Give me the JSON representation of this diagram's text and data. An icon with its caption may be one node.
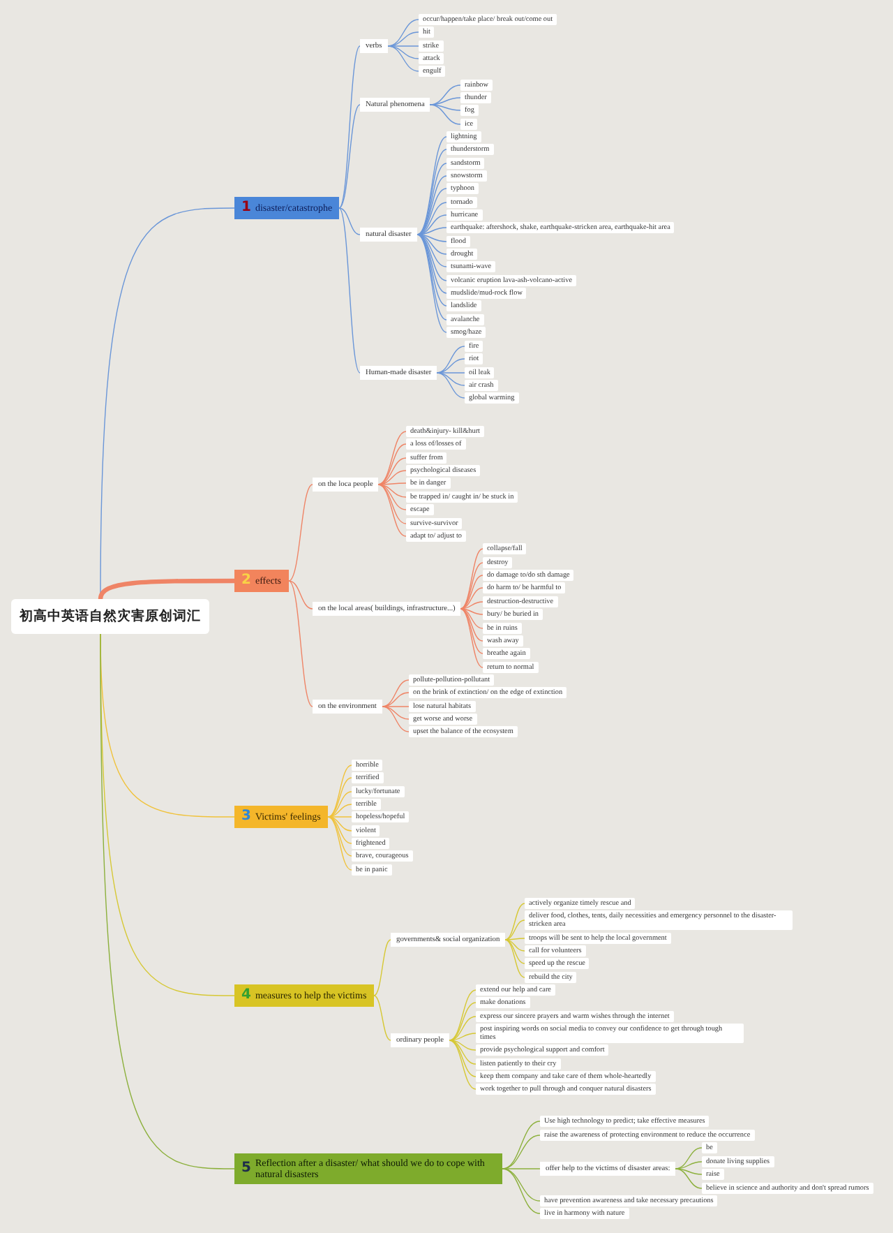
{
  "diagram": {
    "nodes": [
      {
        "text": [
          "初高中英语自然灾害原创词汇"
        ]
      },
      {
        "text": [
          "1",
          "disaster/catastrophe"
        ]
      },
      {
        "text": [
          "verbs"
        ]
      },
      {
        "text": [
          "occur/happen/take place/ break out/come out"
        ]
      },
      {
        "text": [
          "hit"
        ]
      },
      {
        "text": [
          "strike"
        ]
      },
      {
        "text": [
          "attack"
        ]
      },
      {
        "text": [
          "engulf"
        ]
      },
      {
        "text": [
          "Natural phenomena"
        ]
      },
      {
        "text": [
          "rainbow"
        ]
      },
      {
        "text": [
          "thunder"
        ]
      },
      {
        "text": [
          "fog"
        ]
      },
      {
        "text": [
          "ice"
        ]
      },
      {
        "text": [
          "natural disaster"
        ]
      },
      {
        "text": [
          "lightning"
        ]
      },
      {
        "text": [
          "thunderstorm"
        ]
      },
      {
        "text": [
          "sandstorm"
        ]
      },
      {
        "text": [
          "snowstorm"
        ]
      },
      {
        "text": [
          "typhoon"
        ]
      },
      {
        "text": [
          "tornado"
        ]
      },
      {
        "text": [
          "hurricane"
        ]
      },
      {
        "text": [
          "earthquake: aftershock, shake, earthquake-stricken area, earthquake-hit area"
        ]
      },
      {
        "text": [
          "flood"
        ]
      },
      {
        "text": [
          "drought"
        ]
      },
      {
        "text": [
          "tsunami-wave"
        ]
      },
      {
        "text": [
          "volcanic eruption lava-ash-volcano-active"
        ]
      },
      {
        "text": [
          "mudslide/mud-rock flow"
        ]
      },
      {
        "text": [
          "landslide"
        ]
      },
      {
        "text": [
          "avalanche"
        ]
      },
      {
        "text": [
          "smog/haze"
        ]
      },
      {
        "text": [
          "Human-made disaster"
        ]
      },
      {
        "text": [
          "fire"
        ]
      },
      {
        "text": [
          "riot"
        ]
      },
      {
        "text": [
          "oil leak"
        ]
      },
      {
        "text": [
          "air crash"
        ]
      },
      {
        "text": [
          "global warming"
        ]
      },
      {
        "text": [
          "2",
          "effects"
        ]
      },
      {
        "text": [
          "on the loca people"
        ]
      },
      {
        "text": [
          "death&injury- kill&hurt"
        ]
      },
      {
        "text": [
          "a loss of/losses of"
        ]
      },
      {
        "text": [
          "suffer from"
        ]
      },
      {
        "text": [
          "psychological diseases"
        ]
      },
      {
        "text": [
          "be in danger"
        ]
      },
      {
        "text": [
          "be trapped in/ caught in/ be stuck in"
        ]
      },
      {
        "text": [
          "escape"
        ]
      },
      {
        "text": [
          "survive-survivor"
        ]
      },
      {
        "text": [
          "adapt to/ adjust to"
        ]
      },
      {
        "text": [
          "on the local areas( buildings, infrastructure...)"
        ]
      },
      {
        "text": [
          "collapse/fall"
        ]
      },
      {
        "text": [
          "destroy"
        ]
      },
      {
        "text": [
          "do damage to/do sth damage"
        ]
      },
      {
        "text": [
          "do harm to/ be harmful to"
        ]
      },
      {
        "text": [
          "destruction-destructive"
        ]
      },
      {
        "text": [
          "bury/ be buried in"
        ]
      },
      {
        "text": [
          "be in ruins"
        ]
      },
      {
        "text": [
          "wash away"
        ]
      },
      {
        "text": [
          "breathe again"
        ]
      },
      {
        "text": [
          "return to normal"
        ]
      },
      {
        "text": [
          "on the environment"
        ]
      },
      {
        "text": [
          "pollute-pollution-pollutant"
        ]
      },
      {
        "text": [
          "on the brink of extinction/ on the edge of extinction"
        ]
      },
      {
        "text": [
          "lose natural habitats"
        ]
      },
      {
        "text": [
          "get worse and worse"
        ]
      },
      {
        "text": [
          "upset the balance of the ecosystem"
        ]
      },
      {
        "text": [
          "3",
          "Victims' feelings"
        ]
      },
      {
        "text": [
          "horrible"
        ]
      },
      {
        "text": [
          "terrified"
        ]
      },
      {
        "text": [
          "lucky/fortunate"
        ]
      },
      {
        "text": [
          "terrible"
        ]
      },
      {
        "text": [
          "hopeless/hopeful"
        ]
      },
      {
        "text": [
          "violent"
        ]
      },
      {
        "text": [
          "frightened"
        ]
      },
      {
        "text": [
          "brave, courageous"
        ]
      },
      {
        "text": [
          "be in panic"
        ]
      },
      {
        "text": [
          "4",
          "measures to help the victims"
        ]
      },
      {
        "text": [
          "governments& social organization"
        ]
      },
      {
        "text": [
          "actively organize timely rescue and"
        ]
      },
      {
        "text": [
          "deliver food, clothes, tents, daily necessities and emergency personnel to the disaster-stricken area"
        ]
      },
      {
        "text": [
          "troops will be sent to help the local government"
        ]
      },
      {
        "text": [
          "call for volunteers"
        ]
      },
      {
        "text": [
          "speed up the rescue"
        ]
      },
      {
        "text": [
          "rebuild the city"
        ]
      },
      {
        "text": [
          "ordinary people"
        ]
      },
      {
        "text": [
          "extend our help and care"
        ]
      },
      {
        "text": [
          "make donations"
        ]
      },
      {
        "text": [
          "express our sincere prayers and warm wishes through the internet"
        ]
      },
      {
        "text": [
          "post inspiring words on social media to convey our confidence to get through tough times"
        ]
      },
      {
        "text": [
          "provide psychological support and comfort"
        ]
      },
      {
        "text": [
          "listen patiently to their cry"
        ]
      },
      {
        "text": [
          "keep them company and take care of them whole-heartedly"
        ]
      },
      {
        "text": [
          "work together to pull through and conquer natural disasters"
        ]
      },
      {
        "text": [
          "5",
          "Reflection after a disaster/ what should we do to cope with natural disasters"
        ]
      },
      {
        "text": [
          "Use high technology to predict; take effective measures"
        ]
      },
      {
        "text": [
          "raise the awareness of protecting environment to reduce the occurrence"
        ]
      },
      {
        "text": [
          "offer help to the victims of disaster areas:"
        ]
      },
      {
        "text": [
          "be"
        ]
      },
      {
        "text": [
          "donate living supplies"
        ]
      },
      {
        "text": [
          "raise"
        ]
      },
      {
        "text": [
          "believe in science and authority and don't spread rumors"
        ]
      },
      {
        "text": [
          "have prevention awareness and take necessary precautions"
        ]
      },
      {
        "text": [
          "live in harmony with nature"
        ]
      }
    ],
    "edges": [
      {
        "from": 0,
        "to": 1,
        "arrow": "none"
      },
      {
        "from": 1,
        "to": 2,
        "arrow": "none"
      },
      {
        "from": 1,
        "to": 8,
        "arrow": "none"
      },
      {
        "from": 1,
        "to": 13,
        "arrow": "none"
      },
      {
        "from": 1,
        "to": 30,
        "arrow": "none"
      },
      {
        "from": 2,
        "to": 3,
        "arrow": "none"
      },
      {
        "from": 2,
        "to": 4,
        "arrow": "none"
      },
      {
        "from": 2,
        "to": 5,
        "arrow": "none"
      },
      {
        "from": 2,
        "to": 6,
        "arrow": "none"
      },
      {
        "from": 2,
        "to": 7,
        "arrow": "none"
      },
      {
        "from": 8,
        "to": 9,
        "arrow": "none"
      },
      {
        "from": 8,
        "to": 10,
        "arrow": "none"
      },
      {
        "from": 8,
        "to": 11,
        "arrow": "none"
      },
      {
        "from": 8,
        "to": 12,
        "arrow": "none"
      },
      {
        "from": 13,
        "to": 14,
        "arrow": "none"
      },
      {
        "from": 13,
        "to": 15,
        "arrow": "none"
      },
      {
        "from": 13,
        "to": 16,
        "arrow": "none"
      },
      {
        "from": 13,
        "to": 17,
        "arrow": "none"
      },
      {
        "from": 13,
        "to": 18,
        "arrow": "none"
      },
      {
        "from": 13,
        "to": 19,
        "arrow": "none"
      },
      {
        "from": 13,
        "to": 20,
        "arrow": "none"
      },
      {
        "from": 13,
        "to": 21,
        "arrow": "none"
      },
      {
        "from": 13,
        "to": 22,
        "arrow": "none"
      },
      {
        "from": 13,
        "to": 23,
        "arrow": "none"
      },
      {
        "from": 13,
        "to": 24,
        "arrow": "none"
      },
      {
        "from": 13,
        "to": 25,
        "arrow": "none"
      },
      {
        "from": 13,
        "to": 26,
        "arrow": "none"
      },
      {
        "from": 13,
        "to": 27,
        "arrow": "none"
      },
      {
        "from": 13,
        "to": 28,
        "arrow": "none"
      },
      {
        "from": 13,
        "to": 29,
        "arrow": "none"
      },
      {
        "from": 30,
        "to": 31,
        "arrow": "none"
      },
      {
        "from": 30,
        "to": 32,
        "arrow": "none"
      },
      {
        "from": 30,
        "to": 33,
        "arrow": "none"
      },
      {
        "from": 30,
        "to": 34,
        "arrow": "none"
      },
      {
        "from": 30,
        "to": 35,
        "arrow": "none"
      },
      {
        "from": 0,
        "to": 36,
        "arrow": "none",
        "style": "thick",
        "color": "#ef8466"
      },
      {
        "from": 36,
        "to": 37,
        "arrow": "none",
        "color": "#ef8466"
      },
      {
        "from": 36,
        "to": 47,
        "arrow": "none",
        "color": "#ef8466"
      },
      {
        "from": 36,
        "to": 58,
        "arrow": "none",
        "color": "#ef8466"
      },
      {
        "from": 37,
        "to": 38,
        "arrow": "none",
        "color": "#ef8466"
      },
      {
        "from": 37,
        "to": 39,
        "arrow": "none",
        "color": "#ef8466"
      },
      {
        "from": 37,
        "to": 40,
        "arrow": "none",
        "color": "#ef8466"
      },
      {
        "from": 37,
        "to": 41,
        "arrow": "none",
        "color": "#ef8466"
      },
      {
        "from": 37,
        "to": 42,
        "arrow": "none",
        "color": "#ef8466"
      },
      {
        "from": 37,
        "to": 43,
        "arrow": "none",
        "color": "#ef8466"
      },
      {
        "from": 37,
        "to": 44,
        "arrow": "none",
        "color": "#ef8466"
      },
      {
        "from": 37,
        "to": 45,
        "arrow": "none",
        "color": "#ef8466"
      },
      {
        "from": 37,
        "to": 46,
        "arrow": "none",
        "color": "#ef8466"
      },
      {
        "from": 47,
        "to": 48,
        "arrow": "none",
        "color": "#ef8466"
      },
      {
        "from": 47,
        "to": 49,
        "arrow": "none",
        "color": "#ef8466"
      },
      {
        "from": 47,
        "to": 50,
        "arrow": "none",
        "color": "#ef8466"
      },
      {
        "from": 47,
        "to": 51,
        "arrow": "none",
        "color": "#ef8466"
      },
      {
        "from": 47,
        "to": 52,
        "arrow": "none",
        "color": "#ef8466"
      },
      {
        "from": 47,
        "to": 53,
        "arrow": "none",
        "color": "#ef8466"
      },
      {
        "from": 47,
        "to": 54,
        "arrow": "none",
        "color": "#ef8466"
      },
      {
        "from": 47,
        "to": 55,
        "arrow": "none",
        "color": "#ef8466"
      },
      {
        "from": 47,
        "to": 56,
        "arrow": "none",
        "color": "#ef8466"
      },
      {
        "from": 47,
        "to": 57,
        "arrow": "none",
        "color": "#ef8466"
      },
      {
        "from": 58,
        "to": 59,
        "arrow": "none",
        "color": "#ef8466"
      },
      {
        "from": 58,
        "to": 60,
        "arrow": "none",
        "color": "#ef8466"
      },
      {
        "from": 58,
        "to": 61,
        "arrow": "none",
        "color": "#ef8466"
      },
      {
        "from": 58,
        "to": 62,
        "arrow": "none",
        "color": "#ef8466"
      },
      {
        "from": 58,
        "to": 63,
        "arrow": "none",
        "color": "#ef8466"
      },
      {
        "from": 0,
        "to": 64,
        "arrow": "none",
        "color": "#f0c23a"
      },
      {
        "from": 64,
        "to": 65,
        "arrow": "none",
        "color": "#f0c23a"
      },
      {
        "from": 64,
        "to": 66,
        "arrow": "none",
        "color": "#f0c23a"
      },
      {
        "from": 64,
        "to": 67,
        "arrow": "none",
        "color": "#f0c23a"
      },
      {
        "from": 64,
        "to": 68,
        "arrow": "none",
        "color": "#f0c23a"
      },
      {
        "from": 64,
        "to": 69,
        "arrow": "none",
        "color": "#f0c23a"
      },
      {
        "from": 64,
        "to": 70,
        "arrow": "none",
        "color": "#f0c23a"
      },
      {
        "from": 64,
        "to": 71,
        "arrow": "none",
        "color": "#f0c23a"
      },
      {
        "from": 64,
        "to": 72,
        "arrow": "none",
        "color": "#f0c23a"
      },
      {
        "from": 64,
        "to": 73,
        "arrow": "none",
        "color": "#f0c23a"
      },
      {
        "from": 0,
        "to": 74,
        "arrow": "none",
        "color": "#d6c834"
      },
      {
        "from": 74,
        "to": 75,
        "arrow": "none",
        "color": "#d6c834"
      },
      {
        "from": 74,
        "to": 82,
        "arrow": "none",
        "color": "#d6c834"
      },
      {
        "from": 75,
        "to": 76,
        "arrow": "none",
        "color": "#d6c834"
      },
      {
        "from": 75,
        "to": 77,
        "arrow": "none",
        "color": "#d6c834"
      },
      {
        "from": 75,
        "to": 78,
        "arrow": "none",
        "color": "#d6c834"
      },
      {
        "from": 75,
        "to": 79,
        "arrow": "none",
        "color": "#d6c834"
      },
      {
        "from": 75,
        "to": 80,
        "arrow": "none",
        "color": "#d6c834"
      },
      {
        "from": 75,
        "to": 81,
        "arrow": "none",
        "color": "#d6c834"
      },
      {
        "from": 82,
        "to": 83,
        "arrow": "none",
        "color": "#d6c834"
      },
      {
        "from": 82,
        "to": 84,
        "arrow": "none",
        "color": "#d6c834"
      },
      {
        "from": 82,
        "to": 85,
        "arrow": "none",
        "color": "#d6c834"
      },
      {
        "from": 82,
        "to": 86,
        "arrow": "none",
        "color": "#d6c834"
      },
      {
        "from": 82,
        "to": 87,
        "arrow": "none",
        "color": "#d6c834"
      },
      {
        "from": 82,
        "to": 88,
        "arrow": "none",
        "color": "#d6c834"
      },
      {
        "from": 82,
        "to": 89,
        "arrow": "none",
        "color": "#d6c834"
      },
      {
        "from": 82,
        "to": 90,
        "arrow": "none",
        "color": "#d6c834"
      },
      {
        "from": 0,
        "to": 91,
        "arrow": "none",
        "color": "#8cb03c"
      },
      {
        "from": 91,
        "to": 92,
        "arrow": "none",
        "color": "#8cb03c"
      },
      {
        "from": 91,
        "to": 93,
        "arrow": "none",
        "color": "#8cb03c"
      },
      {
        "from": 91,
        "to": 94,
        "arrow": "none",
        "color": "#8cb03c"
      },
      {
        "from": 91,
        "to": 99,
        "arrow": "none",
        "color": "#8cb03c"
      },
      {
        "from": 91,
        "to": 100,
        "arrow": "none",
        "color": "#8cb03c"
      },
      {
        "from": 94,
        "to": 95,
        "arrow": "none",
        "color": "#8cb03c"
      },
      {
        "from": 94,
        "to": 96,
        "arrow": "none",
        "color": "#8cb03c"
      },
      {
        "from": 94,
        "to": 97,
        "arrow": "none",
        "color": "#8cb03c"
      },
      {
        "from": 94,
        "to": 98,
        "arrow": "none",
        "color": "#8cb03c"
      }
    ]
  }
}
